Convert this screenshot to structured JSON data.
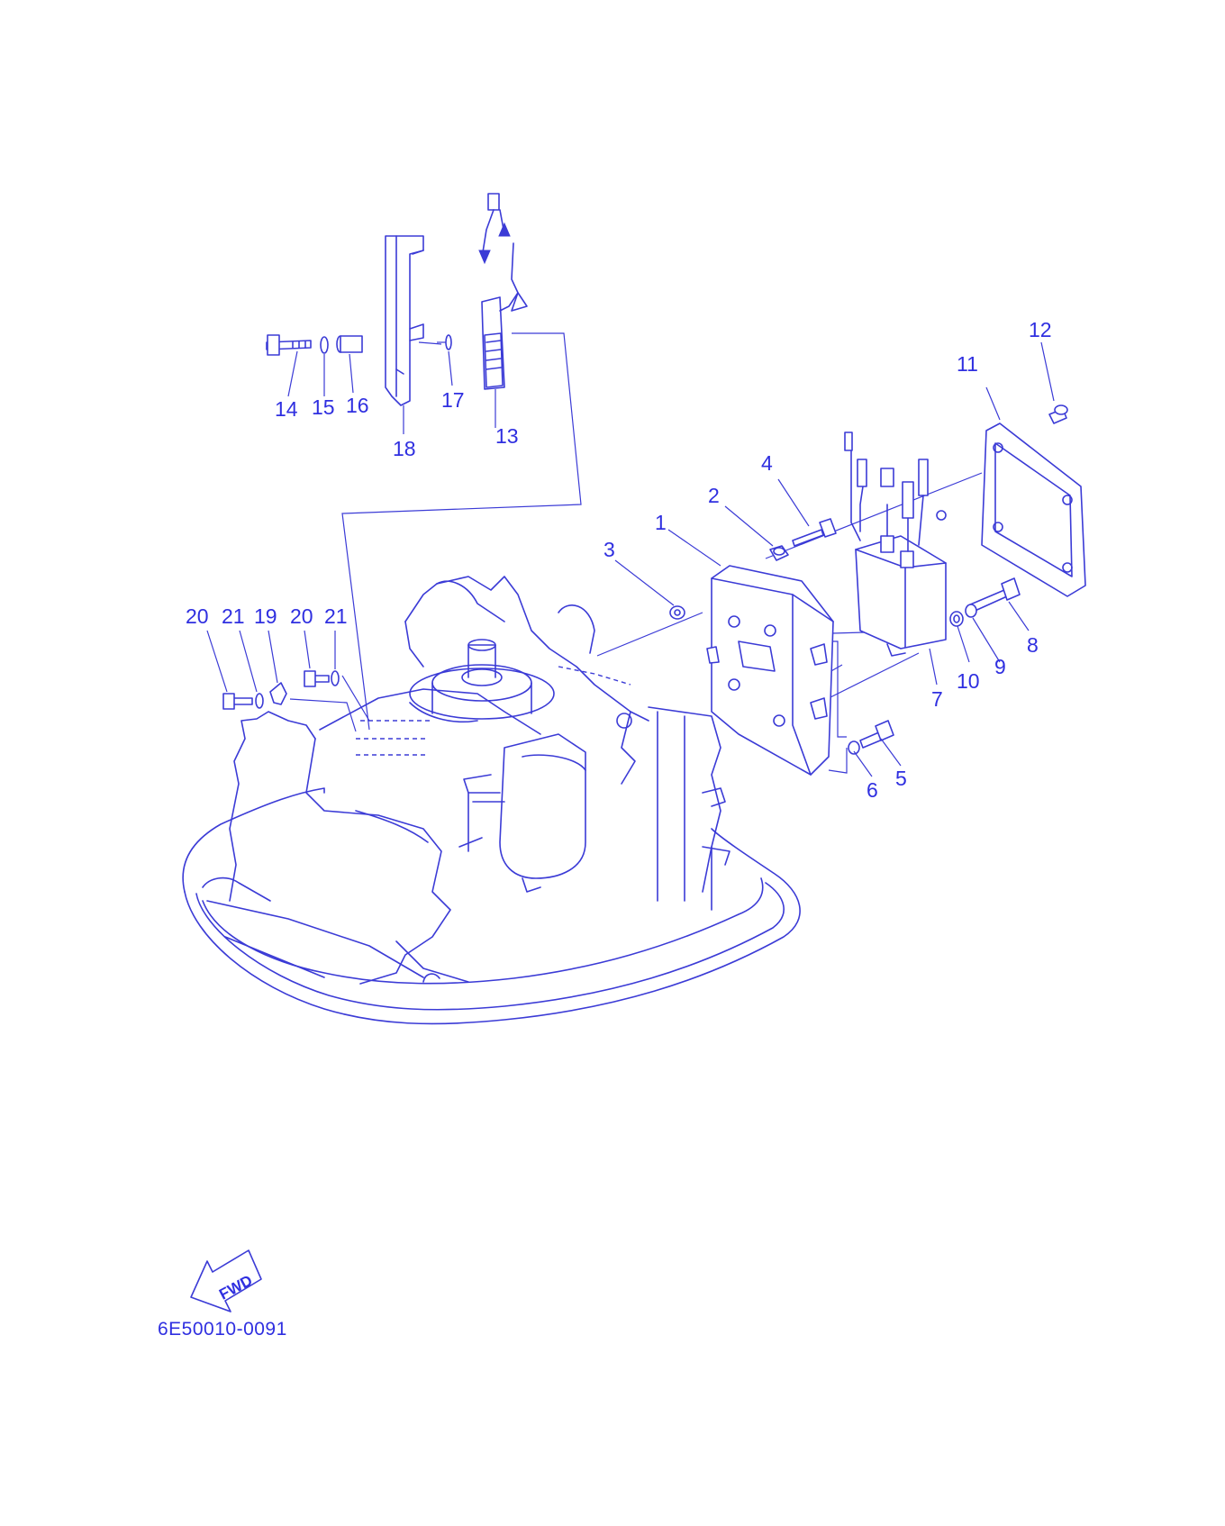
{
  "diagram": {
    "part_labels": [
      "1",
      "2",
      "3",
      "4",
      "5",
      "6",
      "7",
      "8",
      "9",
      "10",
      "11",
      "12",
      "13",
      "14",
      "15",
      "16",
      "17",
      "18",
      "20",
      "21",
      "19",
      "20",
      "21"
    ],
    "forward_label": "FWD",
    "drawing_code": "6E50010-0091",
    "line_color": "#3b3bd6",
    "text_color": "#2f2fe0"
  }
}
